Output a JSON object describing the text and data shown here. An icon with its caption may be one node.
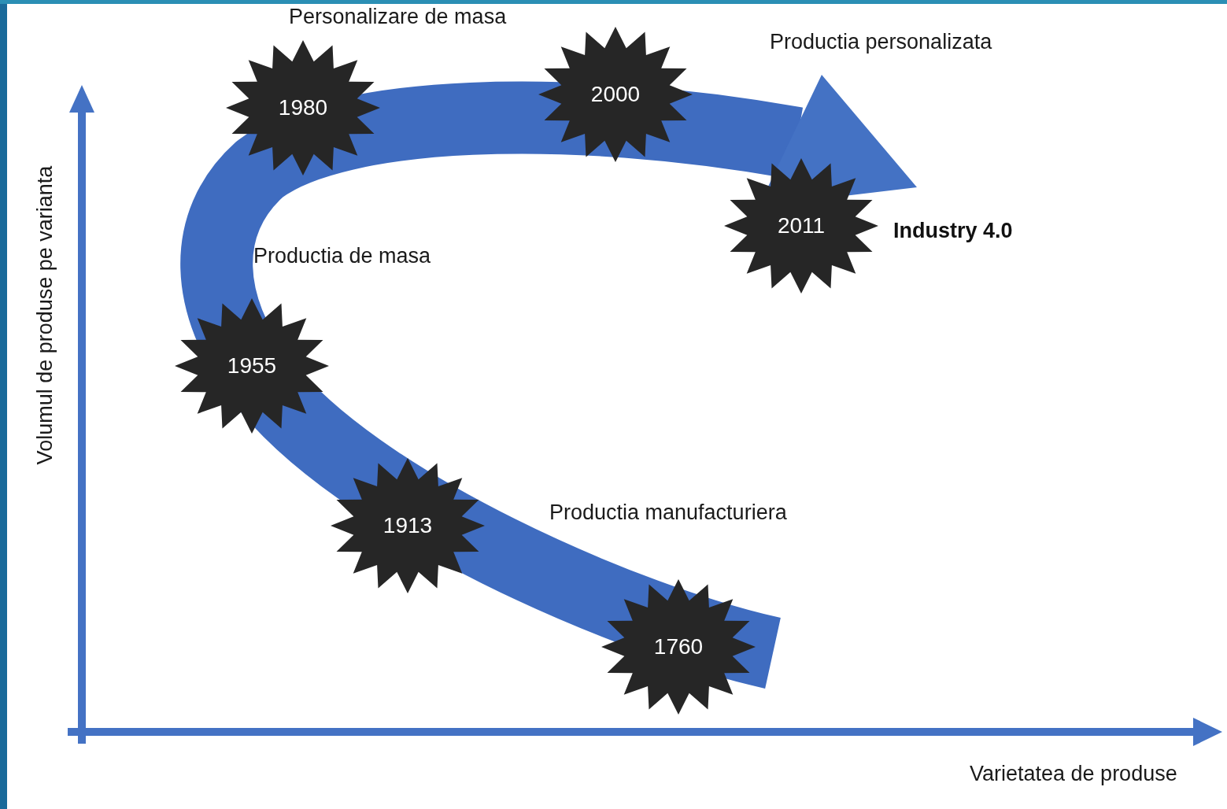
{
  "diagram": {
    "nodes": [
      {
        "text": [
          "1980"
        ]
      },
      {
        "text": [
          "2000"
        ]
      },
      {
        "text": [
          "2011"
        ],
        "beside": [
          "Industry 4.0"
        ]
      },
      {
        "text": [
          "1955"
        ]
      },
      {
        "text": [
          "1913"
        ]
      },
      {
        "text": [
          "1760"
        ]
      }
    ],
    "labels": [
      "Personalizare de masa",
      "Productia personalizata",
      "Volumul de produse pe varianta",
      "Productia de masa",
      "Productia manufacturiera",
      "Varietatea de produse"
    ]
  }
}
